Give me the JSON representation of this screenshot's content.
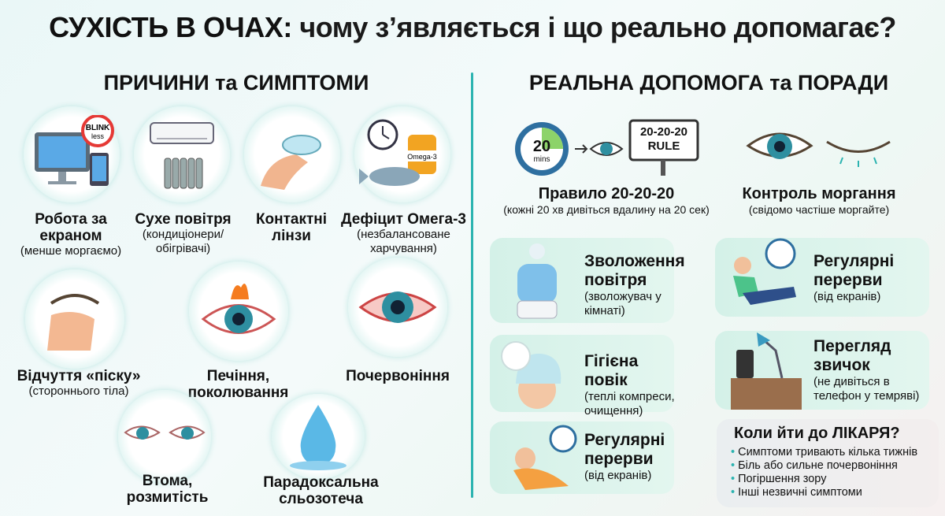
{
  "title": {
    "bold": "СУХІСТЬ В ОЧАХ:",
    "rest": "чому з’являється і що реально допомагає?"
  },
  "left": {
    "heading": "ПРИЧИНИ та СИМПТОМИ",
    "causes": [
      {
        "title": "Робота за екраном",
        "sub": "(менше моргаємо)",
        "icon": "computer-phone-icon",
        "badge": "BLINK less"
      },
      {
        "title": "Сухе повітря",
        "sub": "(кондиціонери/ обігрівачі)",
        "icon": "air-conditioner-radiator-icon"
      },
      {
        "title": "Контактні лінзи",
        "sub": "",
        "icon": "contact-lens-icon"
      },
      {
        "title": "Дефіцит Омега-3",
        "sub": "(незбалансоване харчування)",
        "icon": "omega3-fish-icon",
        "badge": "Omega-3"
      }
    ],
    "symptoms": [
      {
        "title": "Відчуття «піску»",
        "sub": "(стороннього тіла)",
        "icon": "hand-eye-icon"
      },
      {
        "title": "Печіння, поколювання",
        "sub": "",
        "icon": "burning-eye-icon"
      },
      {
        "title": "Почервоніння",
        "sub": "",
        "icon": "red-eye-icon"
      },
      {
        "title": "Втома, розмитість",
        "sub": "",
        "icon": "tired-eyes-icon"
      },
      {
        "title": "Парадоксальна сльозотеча",
        "sub": "",
        "icon": "water-drop-icon"
      }
    ]
  },
  "right": {
    "heading": "РЕАЛЬНА ДОПОМОГА та ПОРАДИ",
    "top": [
      {
        "title": "Правило 20-20-20",
        "sub": "(кожні 20 хв дивіться вдалину на 20 сек)",
        "timer": "20",
        "timer_unit": "mins",
        "sign": "20-20-20 RULE"
      },
      {
        "title": "Контроль моргання",
        "sub": "(свідомо частіше моргайте)"
      }
    ],
    "cards": [
      {
        "title": "Зволоження повітря",
        "sub": "(зволожувач у кімнаті)",
        "icon": "humidifier-icon"
      },
      {
        "title": "Регулярні перерви",
        "sub": "(від екранів)",
        "icon": "relaxing-man-clock-icon"
      },
      {
        "title": "Гігієна повік",
        "sub": "(теплі компреси, очищення)",
        "icon": "warm-compress-icon"
      },
      {
        "title": "Перегляд звичок",
        "sub": "(не дивіться в телефон у темряві)",
        "icon": "phone-lamp-icon"
      },
      {
        "title": "Регулярні перерви",
        "sub": "(від екранів)",
        "icon": "resting-woman-clock-icon"
      }
    ],
    "doctor": {
      "title": "Коли йти до ЛІКАРЯ?",
      "items": [
        "Симптоми тривають кілька тижнів",
        "Біль або сильне почервоніння",
        "Погіршення зору",
        "Інші незвичні симптоми"
      ]
    }
  },
  "colors": {
    "accent": "#2bb3b0",
    "card": "#d4f1e8",
    "red": "#e53935"
  }
}
